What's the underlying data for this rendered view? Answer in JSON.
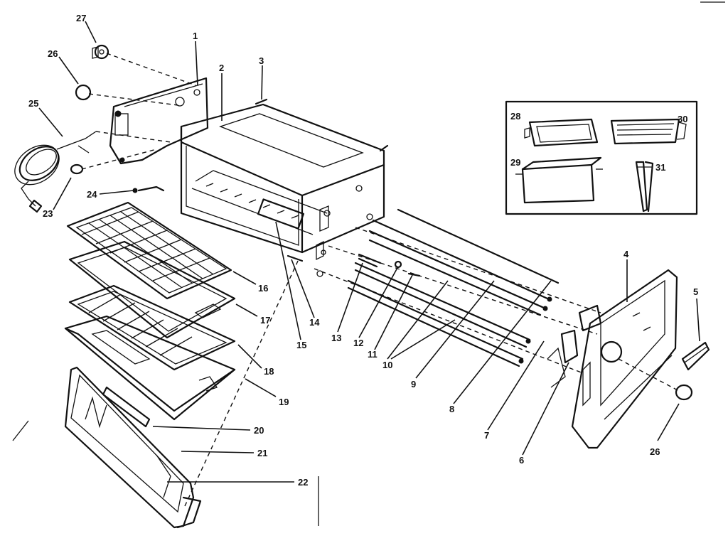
{
  "callouts": [
    {
      "id": "callout-1",
      "text": "1"
    },
    {
      "id": "callout-2",
      "text": "2"
    },
    {
      "id": "callout-3",
      "text": "3"
    },
    {
      "id": "callout-4",
      "text": "4"
    },
    {
      "id": "callout-5",
      "text": "5"
    },
    {
      "id": "callout-6",
      "text": "6"
    },
    {
      "id": "callout-7",
      "text": "7"
    },
    {
      "id": "callout-8",
      "text": "8"
    },
    {
      "id": "callout-9",
      "text": "9"
    },
    {
      "id": "callout-10",
      "text": "10"
    },
    {
      "id": "callout-11",
      "text": "11"
    },
    {
      "id": "callout-12",
      "text": "12"
    },
    {
      "id": "callout-13",
      "text": "13"
    },
    {
      "id": "callout-14",
      "text": "14"
    },
    {
      "id": "callout-15",
      "text": "15"
    },
    {
      "id": "callout-16",
      "text": "16"
    },
    {
      "id": "callout-17",
      "text": "17"
    },
    {
      "id": "callout-18",
      "text": "18"
    },
    {
      "id": "callout-19",
      "text": "19"
    },
    {
      "id": "callout-20",
      "text": "20"
    },
    {
      "id": "callout-21",
      "text": "21"
    },
    {
      "id": "callout-22",
      "text": "22"
    },
    {
      "id": "callout-23",
      "text": "23"
    },
    {
      "id": "callout-24",
      "text": "24"
    },
    {
      "id": "callout-25",
      "text": "25"
    },
    {
      "id": "callout-26a",
      "text": "26"
    },
    {
      "id": "callout-26b",
      "text": "26"
    },
    {
      "id": "callout-27",
      "text": "27"
    },
    {
      "id": "callout-28",
      "text": "28"
    },
    {
      "id": "callout-29",
      "text": "29"
    },
    {
      "id": "callout-30",
      "text": "30"
    },
    {
      "id": "callout-31",
      "text": "31"
    }
  ]
}
